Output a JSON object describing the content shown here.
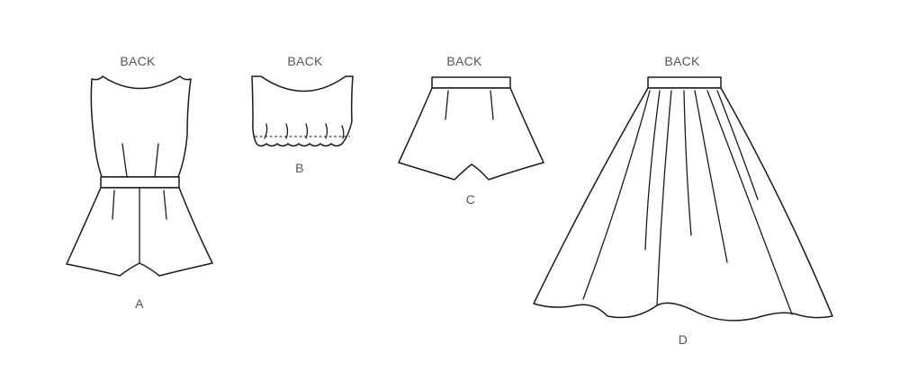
{
  "colors": {
    "line": "#1a1a1a",
    "label": "#555555",
    "background": "#ffffff"
  },
  "views": [
    {
      "id": "A",
      "view_label": "BACK",
      "letter": "A",
      "garment": "romper"
    },
    {
      "id": "B",
      "view_label": "BACK",
      "letter": "B",
      "garment": "crop-top"
    },
    {
      "id": "C",
      "view_label": "BACK",
      "letter": "C",
      "garment": "shorts"
    },
    {
      "id": "D",
      "view_label": "BACK",
      "letter": "D",
      "garment": "full-skirt"
    }
  ]
}
